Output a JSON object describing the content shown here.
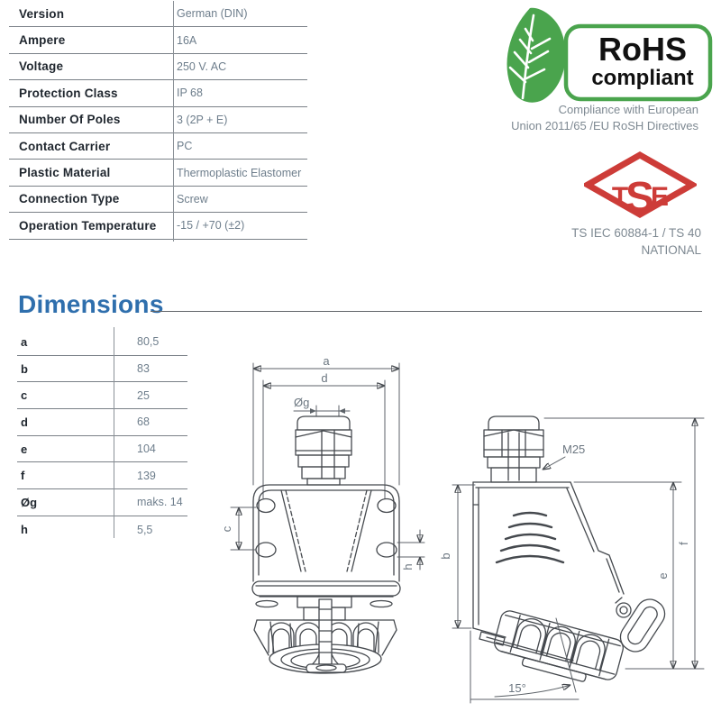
{
  "specs": {
    "rows": [
      {
        "label": "Version",
        "value": "German (DIN)"
      },
      {
        "label": "Ampere",
        "value": "16A"
      },
      {
        "label": "Voltage",
        "value": "250 V. AC"
      },
      {
        "label": "Protection Class",
        "value": "IP 68"
      },
      {
        "label": "Number Of Poles",
        "value": "3 (2P + E)"
      },
      {
        "label": "Contact Carrier",
        "value": "PC"
      },
      {
        "label": "Plastic Material",
        "value": "Thermoplastic Elastomer"
      },
      {
        "label": "Connection Type",
        "value": "Screw"
      },
      {
        "label": "Operation Temperature",
        "value": "-15 / +70 (±2)"
      }
    ]
  },
  "certifications": {
    "rohs": {
      "title": "RoHS",
      "subtitle": "compliant",
      "note_line1": "Compliance with European",
      "note_line2": "Union 2011/65 /EU RoSH Directives",
      "green": "#4aa44d"
    },
    "tse": {
      "letter_t": "T",
      "letter_s": "S",
      "letter_e": "E",
      "standard": "TS IEC 60884-1 / TS 40",
      "scope": "NATIONAL",
      "red": "#cd3c38"
    }
  },
  "dimensions": {
    "heading": "Dimensions",
    "rows": [
      {
        "label": "a",
        "value": "80,5"
      },
      {
        "label": "b",
        "value": "83"
      },
      {
        "label": "c",
        "value": "25"
      },
      {
        "label": "d",
        "value": "68"
      },
      {
        "label": "e",
        "value": "104"
      },
      {
        "label": "f",
        "value": "139"
      },
      {
        "label": "Øg",
        "value": "maks. 14"
      },
      {
        "label": "h",
        "value": "5,5"
      }
    ]
  },
  "drawings": {
    "front_view": {
      "dim_a": "a",
      "dim_d": "d",
      "dim_g": "Øg",
      "dim_c": "c",
      "dim_h": "h"
    },
    "side_view": {
      "dim_b": "b",
      "dim_e": "e",
      "dim_f": "f",
      "gland_thread": "M25",
      "tilt_angle": "15°"
    }
  },
  "colors": {
    "accent_blue": "#2f6fad",
    "rohs_green": "#4aa44d",
    "tse_red": "#cd3c38",
    "text_dark": "#1f262e",
    "text_gray": "#6e7e8c",
    "line_gray": "#7a8087"
  }
}
